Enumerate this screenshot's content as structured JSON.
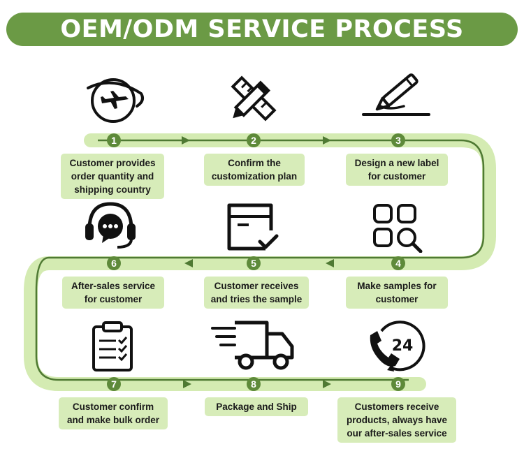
{
  "title": "OEM/ODM SERVICE PROCESS",
  "colors": {
    "title_bg": "#6b9a45",
    "path_light": "#d4ebb2",
    "path_dark": "#4f7a33",
    "label_bg": "#d7ecb9",
    "number_bg": "#5e8a3a"
  },
  "steps": [
    {
      "number": "1",
      "icon": "globe-plane-icon",
      "lines": [
        "Customer provides",
        "order quantity and",
        "shipping country"
      ]
    },
    {
      "number": "2",
      "icon": "pencil-ruler-icon",
      "lines": [
        "Confirm the",
        "customization plan"
      ]
    },
    {
      "number": "3",
      "icon": "pen-signature-icon",
      "lines": [
        "Design a new label",
        "for customer"
      ]
    },
    {
      "number": "4",
      "icon": "grid-search-icon",
      "lines": [
        "Make samples for",
        "customer"
      ]
    },
    {
      "number": "5",
      "icon": "box-check-icon",
      "lines": [
        "Customer receives",
        "and tries the sample"
      ]
    },
    {
      "number": "6",
      "icon": "headset-chat-icon",
      "lines": [
        "After-sales service",
        "for customer"
      ]
    },
    {
      "number": "7",
      "icon": "clipboard-checklist-icon",
      "lines": [
        "Customer confirm",
        "and make bulk order"
      ]
    },
    {
      "number": "8",
      "icon": "delivery-truck-icon",
      "lines": [
        "Package and Ship"
      ]
    },
    {
      "number": "9",
      "icon": "phone-24-icon",
      "lines": [
        "Customers receive",
        "products, always have",
        "our after-sales service"
      ]
    }
  ],
  "support_badge": "24"
}
